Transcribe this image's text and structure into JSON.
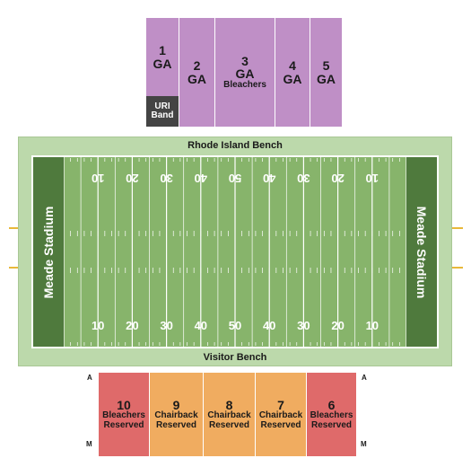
{
  "map_title": "",
  "top_sections": [
    {
      "number": "1",
      "label": "GA",
      "sub": ""
    },
    {
      "number": "2",
      "label": "GA",
      "sub": ""
    },
    {
      "number": "3",
      "label": "GA",
      "sub": "Bleachers"
    },
    {
      "number": "4",
      "label": "GA",
      "sub": ""
    },
    {
      "number": "5",
      "label": "GA",
      "sub": ""
    }
  ],
  "band_section": {
    "line1": "URI",
    "line2": "Band"
  },
  "benches": {
    "top": "Rhode Island Bench",
    "bottom": "Visitor Bench"
  },
  "end_zones": {
    "left": "Meade Stadium",
    "right": "Meade Stadium"
  },
  "yard_numbers": [
    "10",
    "20",
    "30",
    "40",
    "50",
    "40",
    "30",
    "20",
    "10"
  ],
  "bottom_sections": [
    {
      "number": "10",
      "line1": "Bleachers",
      "line2": "Reserved",
      "tier": "red"
    },
    {
      "number": "9",
      "line1": "Chairback",
      "line2": "Reserved",
      "tier": "orange"
    },
    {
      "number": "8",
      "line1": "Chairback",
      "line2": "Reserved",
      "tier": "orange"
    },
    {
      "number": "7",
      "line1": "Chairback",
      "line2": "Reserved",
      "tier": "orange"
    },
    {
      "number": "6",
      "line1": "Bleachers",
      "line2": "Reserved",
      "tier": "red"
    }
  ],
  "row_markers": {
    "start": "A",
    "end": "M"
  },
  "colors": {
    "ga_section": "#bf8fc6",
    "band_section": "#444444",
    "bleachers_reserved": "#df6a6a",
    "chairback_reserved": "#f0ac60",
    "turf": "#87b46b",
    "end_zone": "#4f7a3d",
    "field_surround": "#bcd9ab",
    "goal_posts": "#e8b83a"
  }
}
